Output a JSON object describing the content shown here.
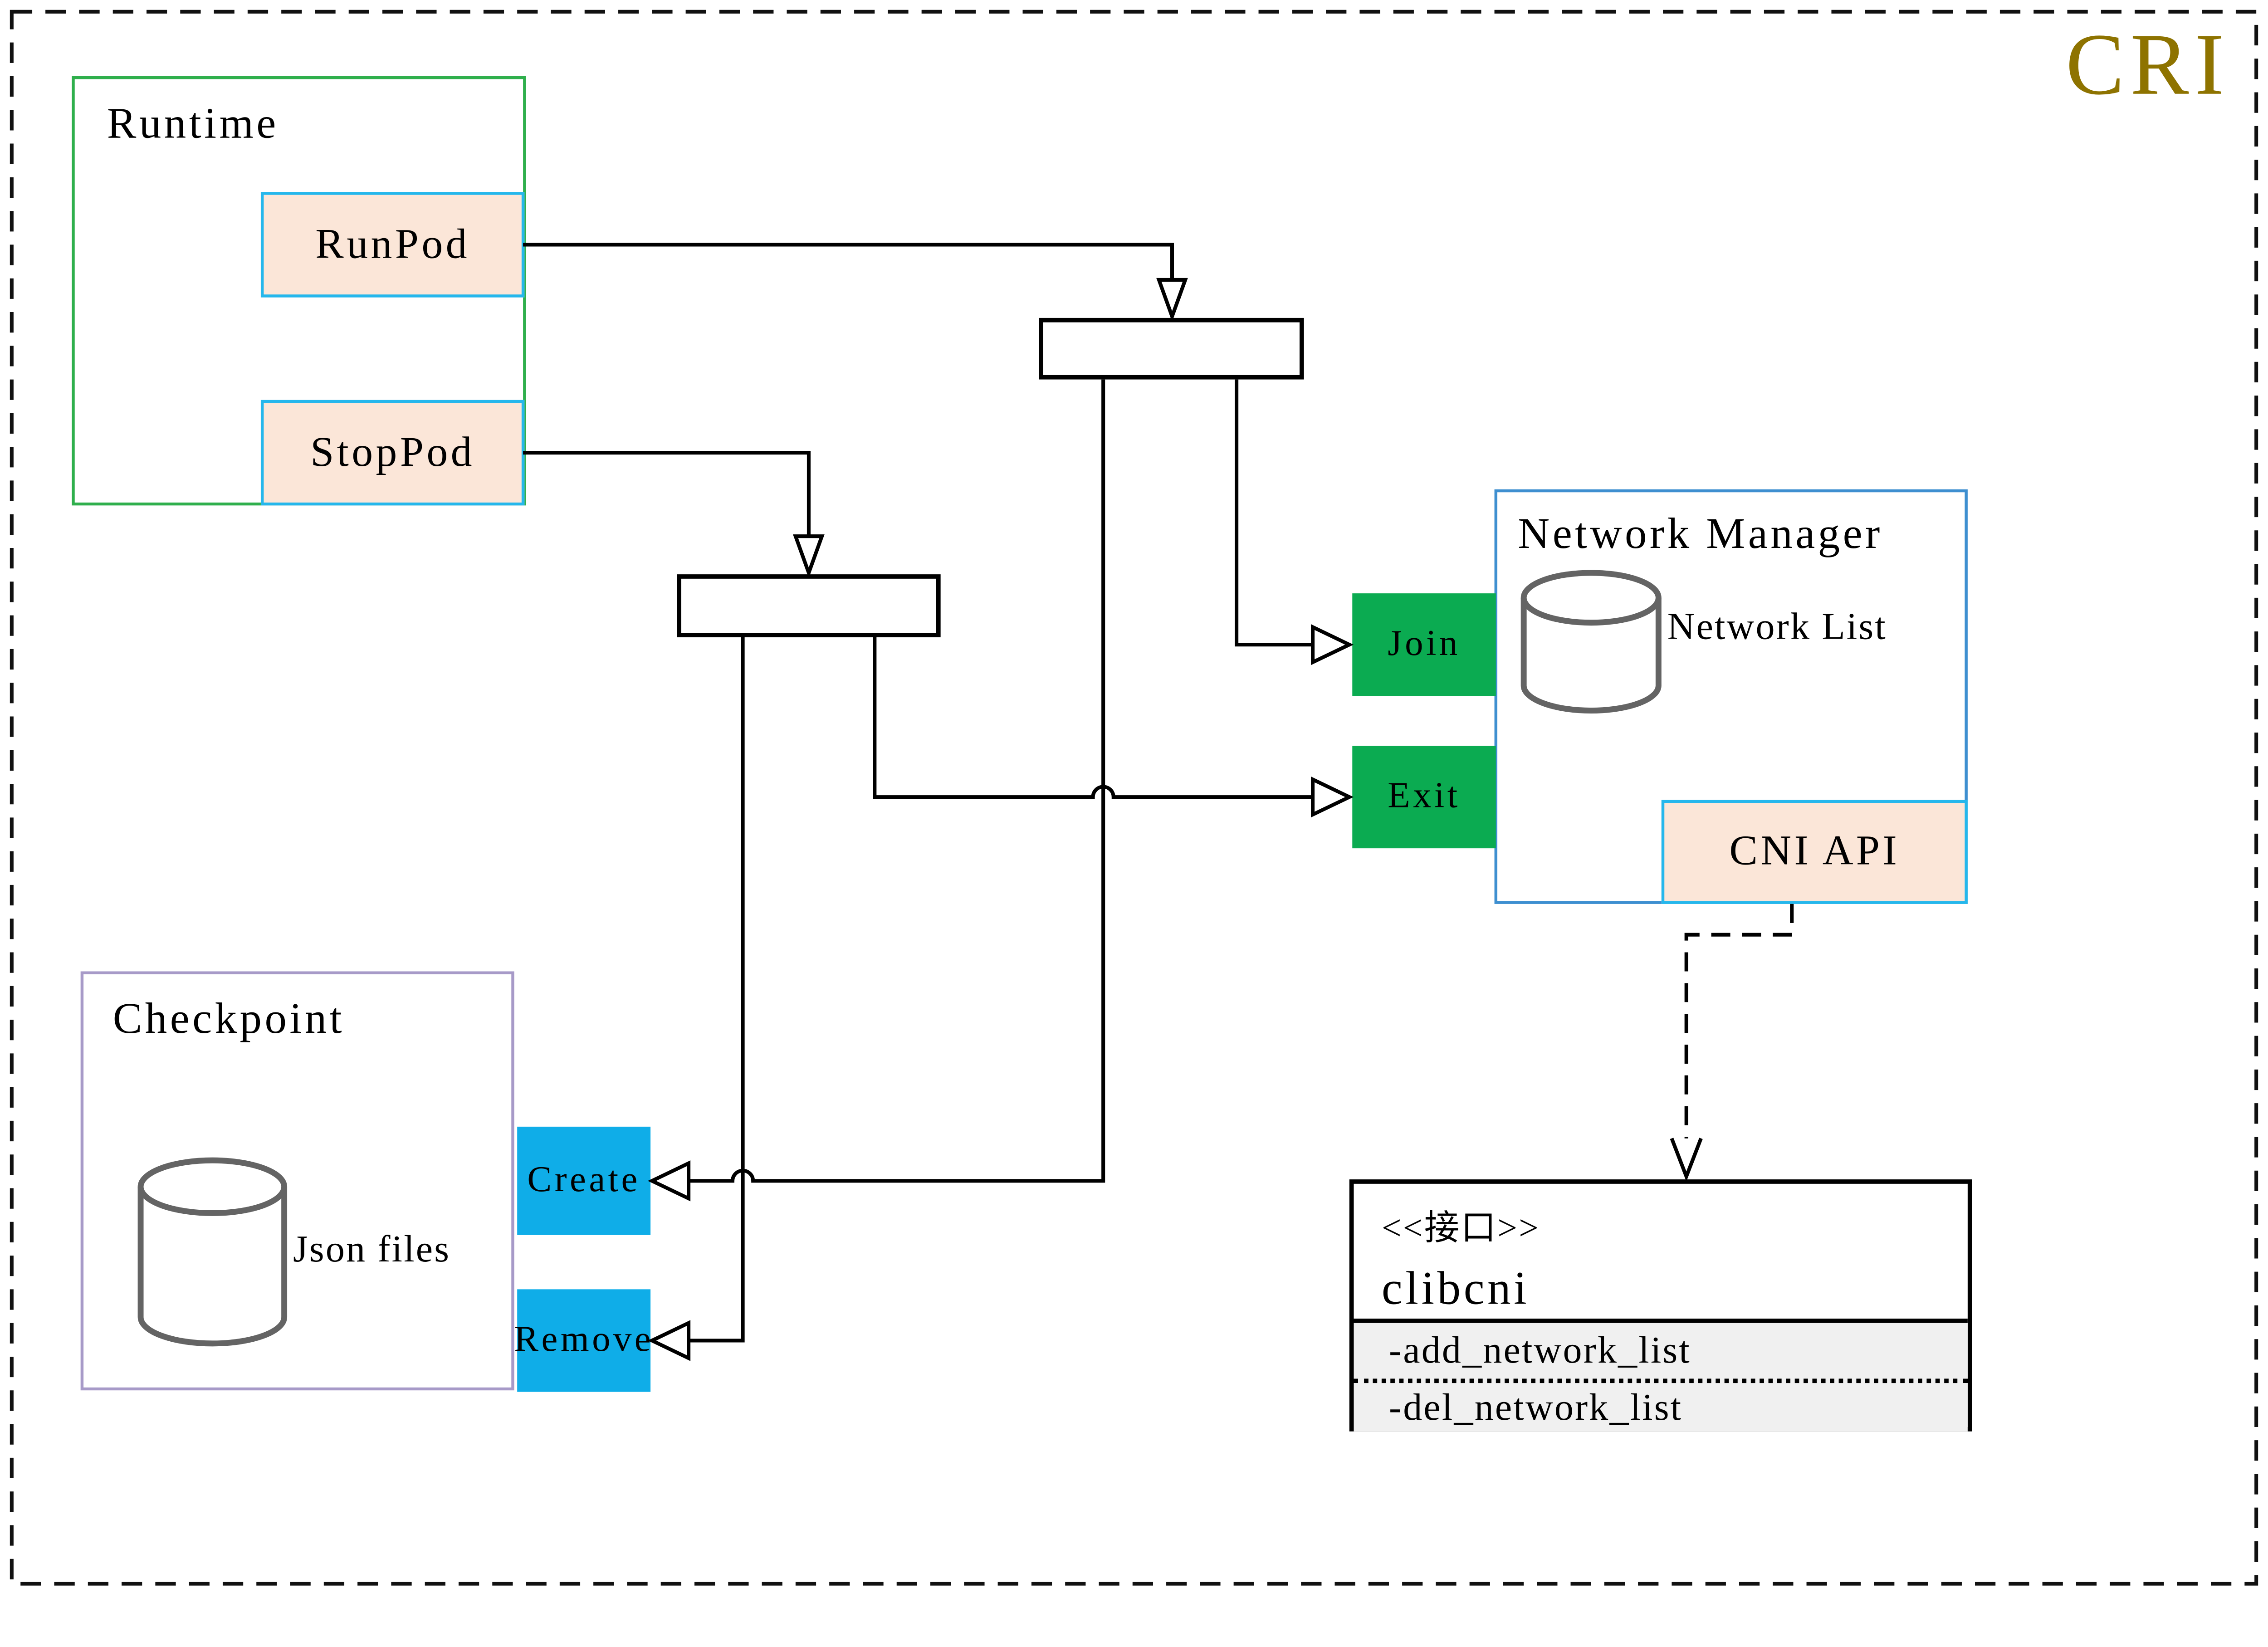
{
  "page": {
    "title": "CRI"
  },
  "colors": {
    "accent_gold": "#8E7300",
    "peach_fill": "#FBE6D8",
    "cyan_border": "#25B7EC",
    "runtime_border": "#2FAF4C",
    "network_manager_border": "#3E8FD0",
    "checkpoint_border": "#A79AC8",
    "green_button": "#0BAB51",
    "blue_button": "#0FADE8",
    "cylinder_stroke": "#646464",
    "interface_section_bg": "#F0F0F0",
    "line_color": "#000000"
  },
  "runtime": {
    "label": "Runtime",
    "buttons": [
      {
        "label": "RunPod"
      },
      {
        "label": "StopPod"
      }
    ]
  },
  "network_manager": {
    "label": "Network Manager",
    "join_label": "Join",
    "exit_label": "Exit",
    "datastore_label": "Network List",
    "cni_api_label": "CNI API"
  },
  "checkpoint": {
    "label": "Checkpoint",
    "datastore_label": "Json files",
    "create_label": "Create",
    "remove_label": "Remove"
  },
  "interface": {
    "stereotype": "<<接口>>",
    "name": "clibcni",
    "methods": [
      "-add_network_list",
      "-del_network_list"
    ]
  }
}
